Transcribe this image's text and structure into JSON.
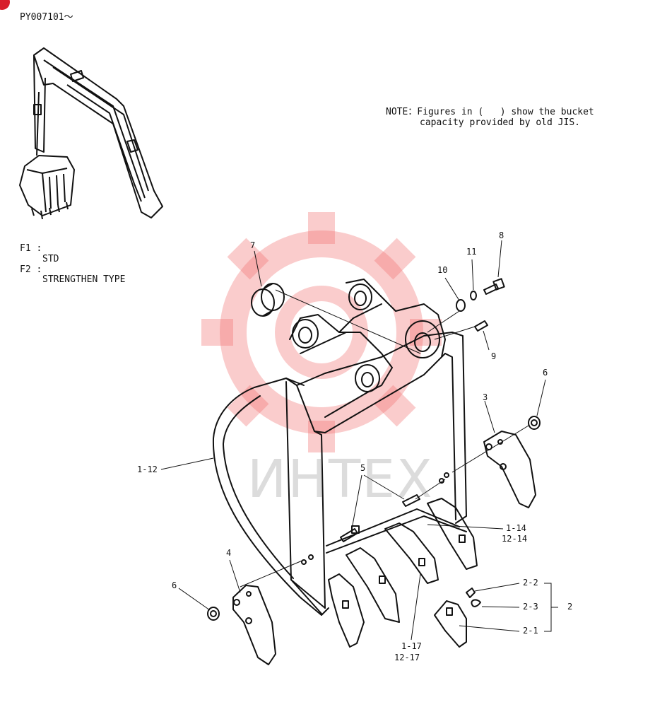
{
  "header": {
    "serial": "PY007101～"
  },
  "note": {
    "line1": "NOTE：Figures in (   ) show the bucket",
    "line2": "capacity provided by old JIS."
  },
  "types": [
    {
      "code": "F1 :",
      "name": "STD"
    },
    {
      "code": "F2 :",
      "name": "STRENGTHEN TYPE"
    }
  ],
  "watermark": {
    "text": "ИНТЕХ",
    "color": "#f06c6c"
  },
  "callouts": {
    "p7": "7",
    "p8": "8",
    "p11": "11",
    "p10": "10",
    "p9": "9",
    "p6_top": "6",
    "p3": "3",
    "p1_12": "1-12",
    "p5": "5",
    "p1_14": "1-14",
    "p12_14": "12-14",
    "p4": "4",
    "p6_bottom": "6",
    "p2_2": "2-2",
    "p2_3": "2-3",
    "p2_1": "2-1",
    "p2": "2",
    "p1_17": "1-17",
    "p12_17": "12-17"
  },
  "colors": {
    "badge": "#d81e2a",
    "line": "#111111"
  }
}
